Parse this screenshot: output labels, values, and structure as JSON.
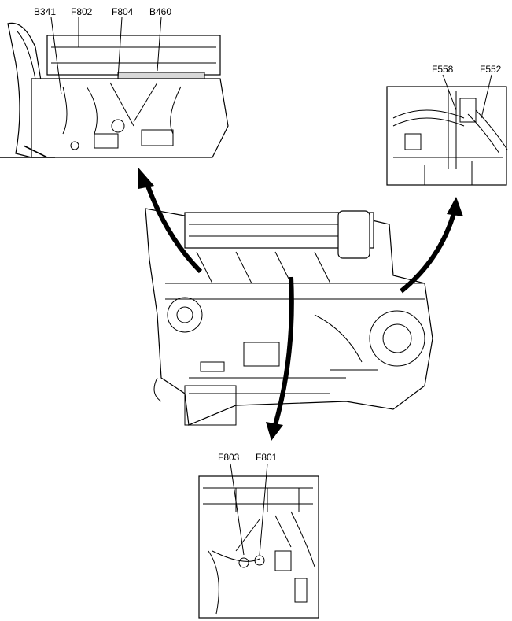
{
  "insets": {
    "top_left": {
      "labels": [
        "B341",
        "F802",
        "F804",
        "B460"
      ]
    },
    "top_right": {
      "labels": [
        "F558",
        "F552"
      ]
    },
    "bottom": {
      "labels": [
        "F803",
        "F801"
      ]
    }
  },
  "colors": {
    "line": "#000000",
    "background": "#ffffff",
    "shade": "#d8d8d8"
  }
}
